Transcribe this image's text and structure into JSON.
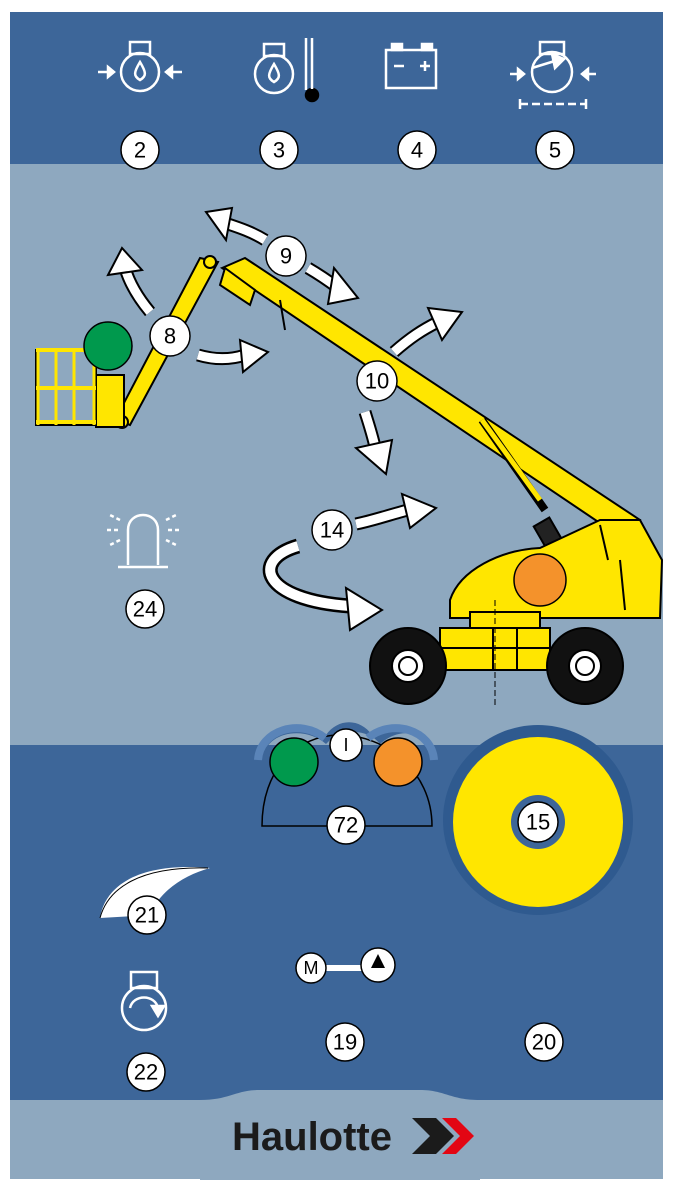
{
  "colors": {
    "panel_dark_blue": "#3d6699",
    "panel_light_blue": "#8ea8bf",
    "machine_yellow": "#ffe600",
    "indicator_green": "#00994d",
    "indicator_orange": "#f4922b",
    "brand_red": "#e30613"
  },
  "top_indicators": [
    {
      "number": "2",
      "icon": "engine-oil-pressure-icon"
    },
    {
      "number": "3",
      "icon": "engine-coolant-temperature-icon"
    },
    {
      "number": "4",
      "icon": "battery-charge-icon"
    },
    {
      "number": "5",
      "icon": "air-filter-clogging-icon"
    }
  ],
  "machine_controls": {
    "jib_label": "8",
    "telescope_label": "9",
    "boom_lift_label": "10",
    "slew_label": "14",
    "beacon_label": "24"
  },
  "lower_controls": {
    "selector_label": "72",
    "selector_center": "I",
    "emergency_stop_label": "15",
    "throttle_label": "21",
    "starter_label": "22",
    "emergency_pump_label": "19",
    "slot_20_label": "20",
    "pump_motor_letter": "M"
  },
  "brand": {
    "name": "Haulotte"
  }
}
